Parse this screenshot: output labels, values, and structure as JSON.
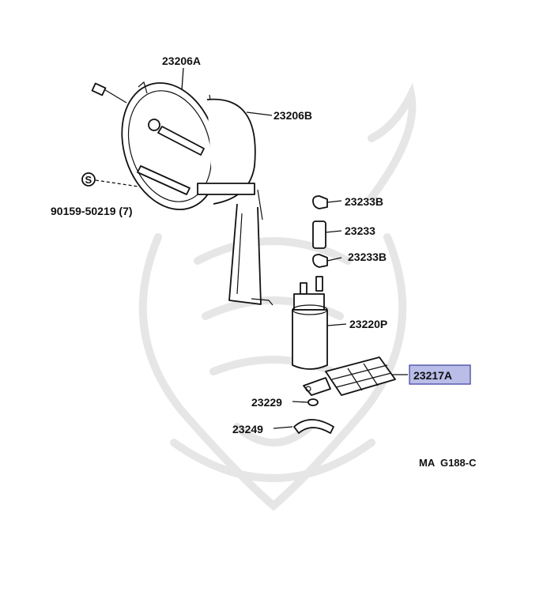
{
  "diagram": {
    "labels": {
      "p23206A": "23206A",
      "p23206B": "23206B",
      "p90159": "90159-50219 (7)",
      "p23233B_top": "23233B",
      "p23233": "23233",
      "p23233B_bottom": "23233B",
      "p23220P": "23220P",
      "p23217A": "23217A",
      "p23229": "23229",
      "p23249": "23249"
    },
    "highlighted_part": "23217A",
    "figure_code": "MA  G188-C",
    "bolt_symbol": "S",
    "colors": {
      "highlight_fill": "#b9bde8",
      "highlight_border": "#3a3f9a",
      "line": "#111111",
      "watermark": "#e6e6e6"
    }
  }
}
